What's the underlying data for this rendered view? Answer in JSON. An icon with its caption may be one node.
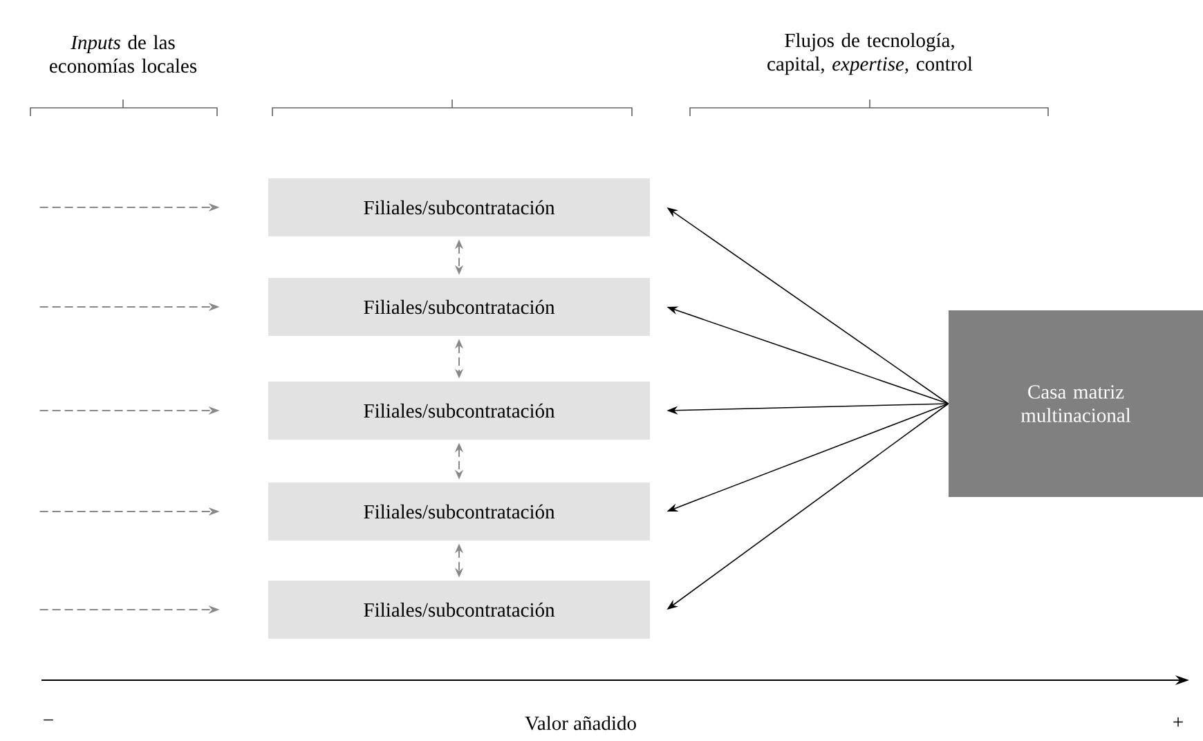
{
  "diagram": {
    "nodes": [
      {
        "text": [
          "Filiales/subcontratación"
        ]
      },
      {
        "text": [
          "Filiales/subcontratación"
        ]
      },
      {
        "text": [
          "Filiales/subcontratación"
        ]
      },
      {
        "text": [
          "Filiales/subcontratación"
        ]
      },
      {
        "text": [
          "Filiales/subcontratación"
        ]
      },
      {
        "text": [
          "Casa matriz multinacional"
        ]
      }
    ],
    "edges": [
      {
        "from": null,
        "to": 0,
        "arrow": "to",
        "style": "dashed",
        "color": "#888888"
      },
      {
        "from": null,
        "to": 1,
        "arrow": "to",
        "style": "dashed",
        "color": "#888888"
      },
      {
        "from": null,
        "to": 2,
        "arrow": "to",
        "style": "dashed",
        "color": "#888888"
      },
      {
        "from": null,
        "to": 3,
        "arrow": "to",
        "style": "dashed",
        "color": "#888888"
      },
      {
        "from": null,
        "to": 4,
        "arrow": "to",
        "style": "dashed",
        "color": "#888888"
      },
      {
        "from": 0,
        "to": 1,
        "arrow": "both",
        "style": "dashed",
        "color": "#888888"
      },
      {
        "from": 1,
        "to": 2,
        "arrow": "both",
        "style": "dashed",
        "color": "#888888"
      },
      {
        "from": 2,
        "to": 3,
        "arrow": "both",
        "style": "dashed",
        "color": "#888888"
      },
      {
        "from": 3,
        "to": 4,
        "arrow": "both",
        "style": "dashed",
        "color": "#888888"
      },
      {
        "from": 5,
        "to": 0,
        "arrow": "to",
        "color": "#000000"
      },
      {
        "from": 5,
        "to": 1,
        "arrow": "to",
        "color": "#000000"
      },
      {
        "from": 5,
        "to": 2,
        "arrow": "to",
        "color": "#000000"
      },
      {
        "from": 5,
        "to": 3,
        "arrow": "to",
        "color": "#000000"
      },
      {
        "from": 5,
        "to": 4,
        "arrow": "to",
        "color": "#000000"
      }
    ],
    "labels": [
      "*Inputs* de las economías locales",
      "Flujos de tecnología, capital, *expertise*, control",
      "−",
      "Valor añadido",
      "+"
    ]
  }
}
